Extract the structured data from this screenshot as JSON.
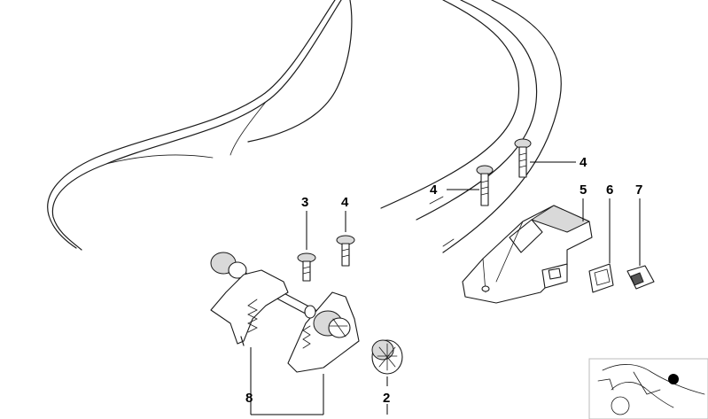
{
  "callouts": {
    "c3": "3",
    "c4_top_left": "4",
    "c4_mid": "4",
    "c4_right": "4",
    "c5": "5",
    "c6": "6",
    "c7": "7",
    "c8": "8",
    "c2": "2"
  }
}
